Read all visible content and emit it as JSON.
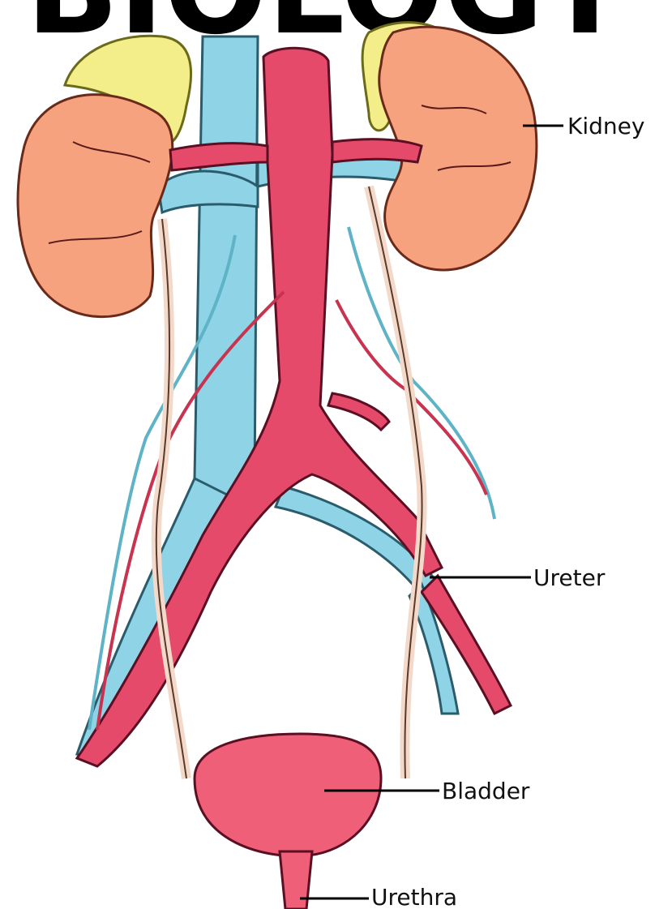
{
  "title": "BIOLOGY",
  "labels": {
    "kidney": "Kidney",
    "ureter": "Ureter",
    "bladder": "Bladder",
    "urethra": "Urethra"
  },
  "colors": {
    "kidney": "#F7A27F",
    "adrenal": "#F3EE8A",
    "artery": "#E64A6A",
    "vein": "#8FD3E6",
    "ureter": "#F3D9C9",
    "bladder": "#EF5F77",
    "outline": "#3a1020"
  }
}
